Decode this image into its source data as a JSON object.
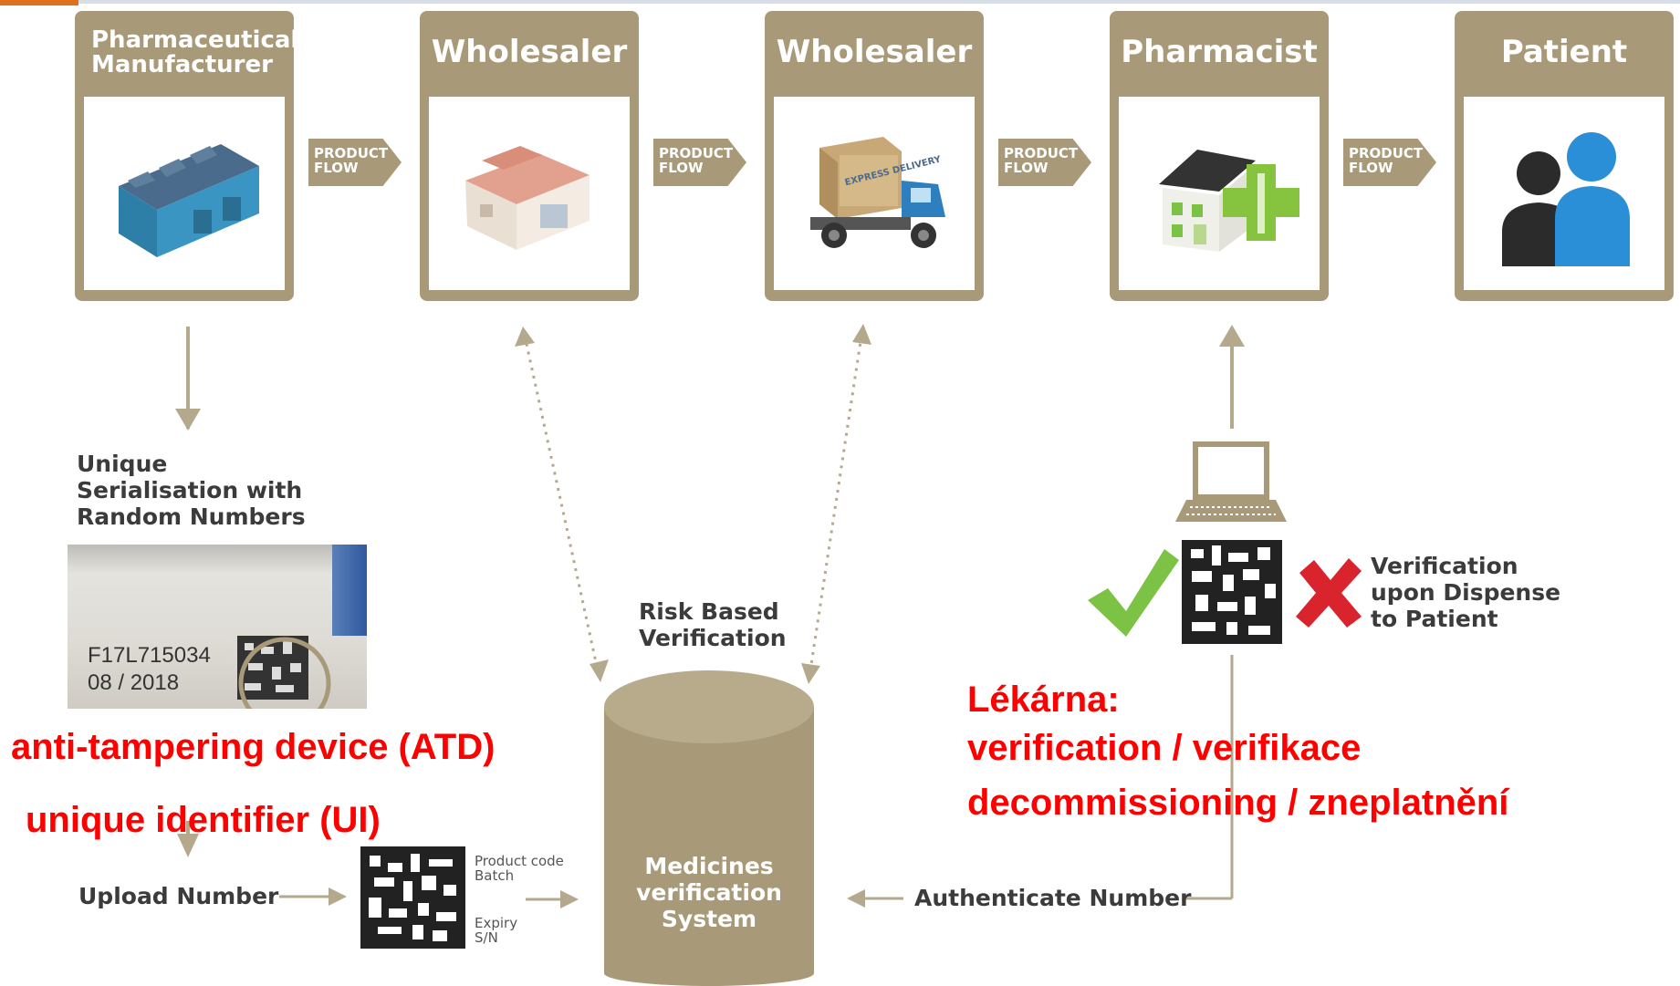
{
  "stages": [
    {
      "title": "Pharmaceutical Manufacturer",
      "icon": "factory-icon"
    },
    {
      "title": "Wholesaler",
      "icon": "warehouse-icon"
    },
    {
      "title": "Wholesaler",
      "icon": "delivery-truck-icon"
    },
    {
      "title": "Pharmacist",
      "icon": "pharmacy-icon"
    },
    {
      "title": "Patient",
      "icon": "people-icon"
    }
  ],
  "flow_label": "PRODUCT FLOW",
  "truck_box_text": "EXPRESS DELIVERY",
  "serialisation_label": "Unique Serialisation with Random Numbers",
  "pack_photo": {
    "code": "F17L715034",
    "date": "08 / 2018"
  },
  "risk_label": "Risk Based Verification",
  "database_label": "Medicines verification System",
  "upload_label": "Upload Number",
  "authenticate_label": "Authenticate Number",
  "datamatrix_labels": {
    "top": "Product code Batch",
    "bottom": "Expiry S/N"
  },
  "dispense_label": "Verification upon Dispense to Patient",
  "red_annotations": {
    "atd": "anti-tampering device (ATD)",
    "ui": "unique identifier (UI)",
    "pharmacy_title": "Lékárna:",
    "pharmacy_line1": "verification / verifikace",
    "pharmacy_line2": "decommissioning / zneplatnění"
  },
  "colors": {
    "brand": "#a89a78",
    "annotation": "#ff0000",
    "check": "#7cc245",
    "cross": "#d9232d"
  }
}
